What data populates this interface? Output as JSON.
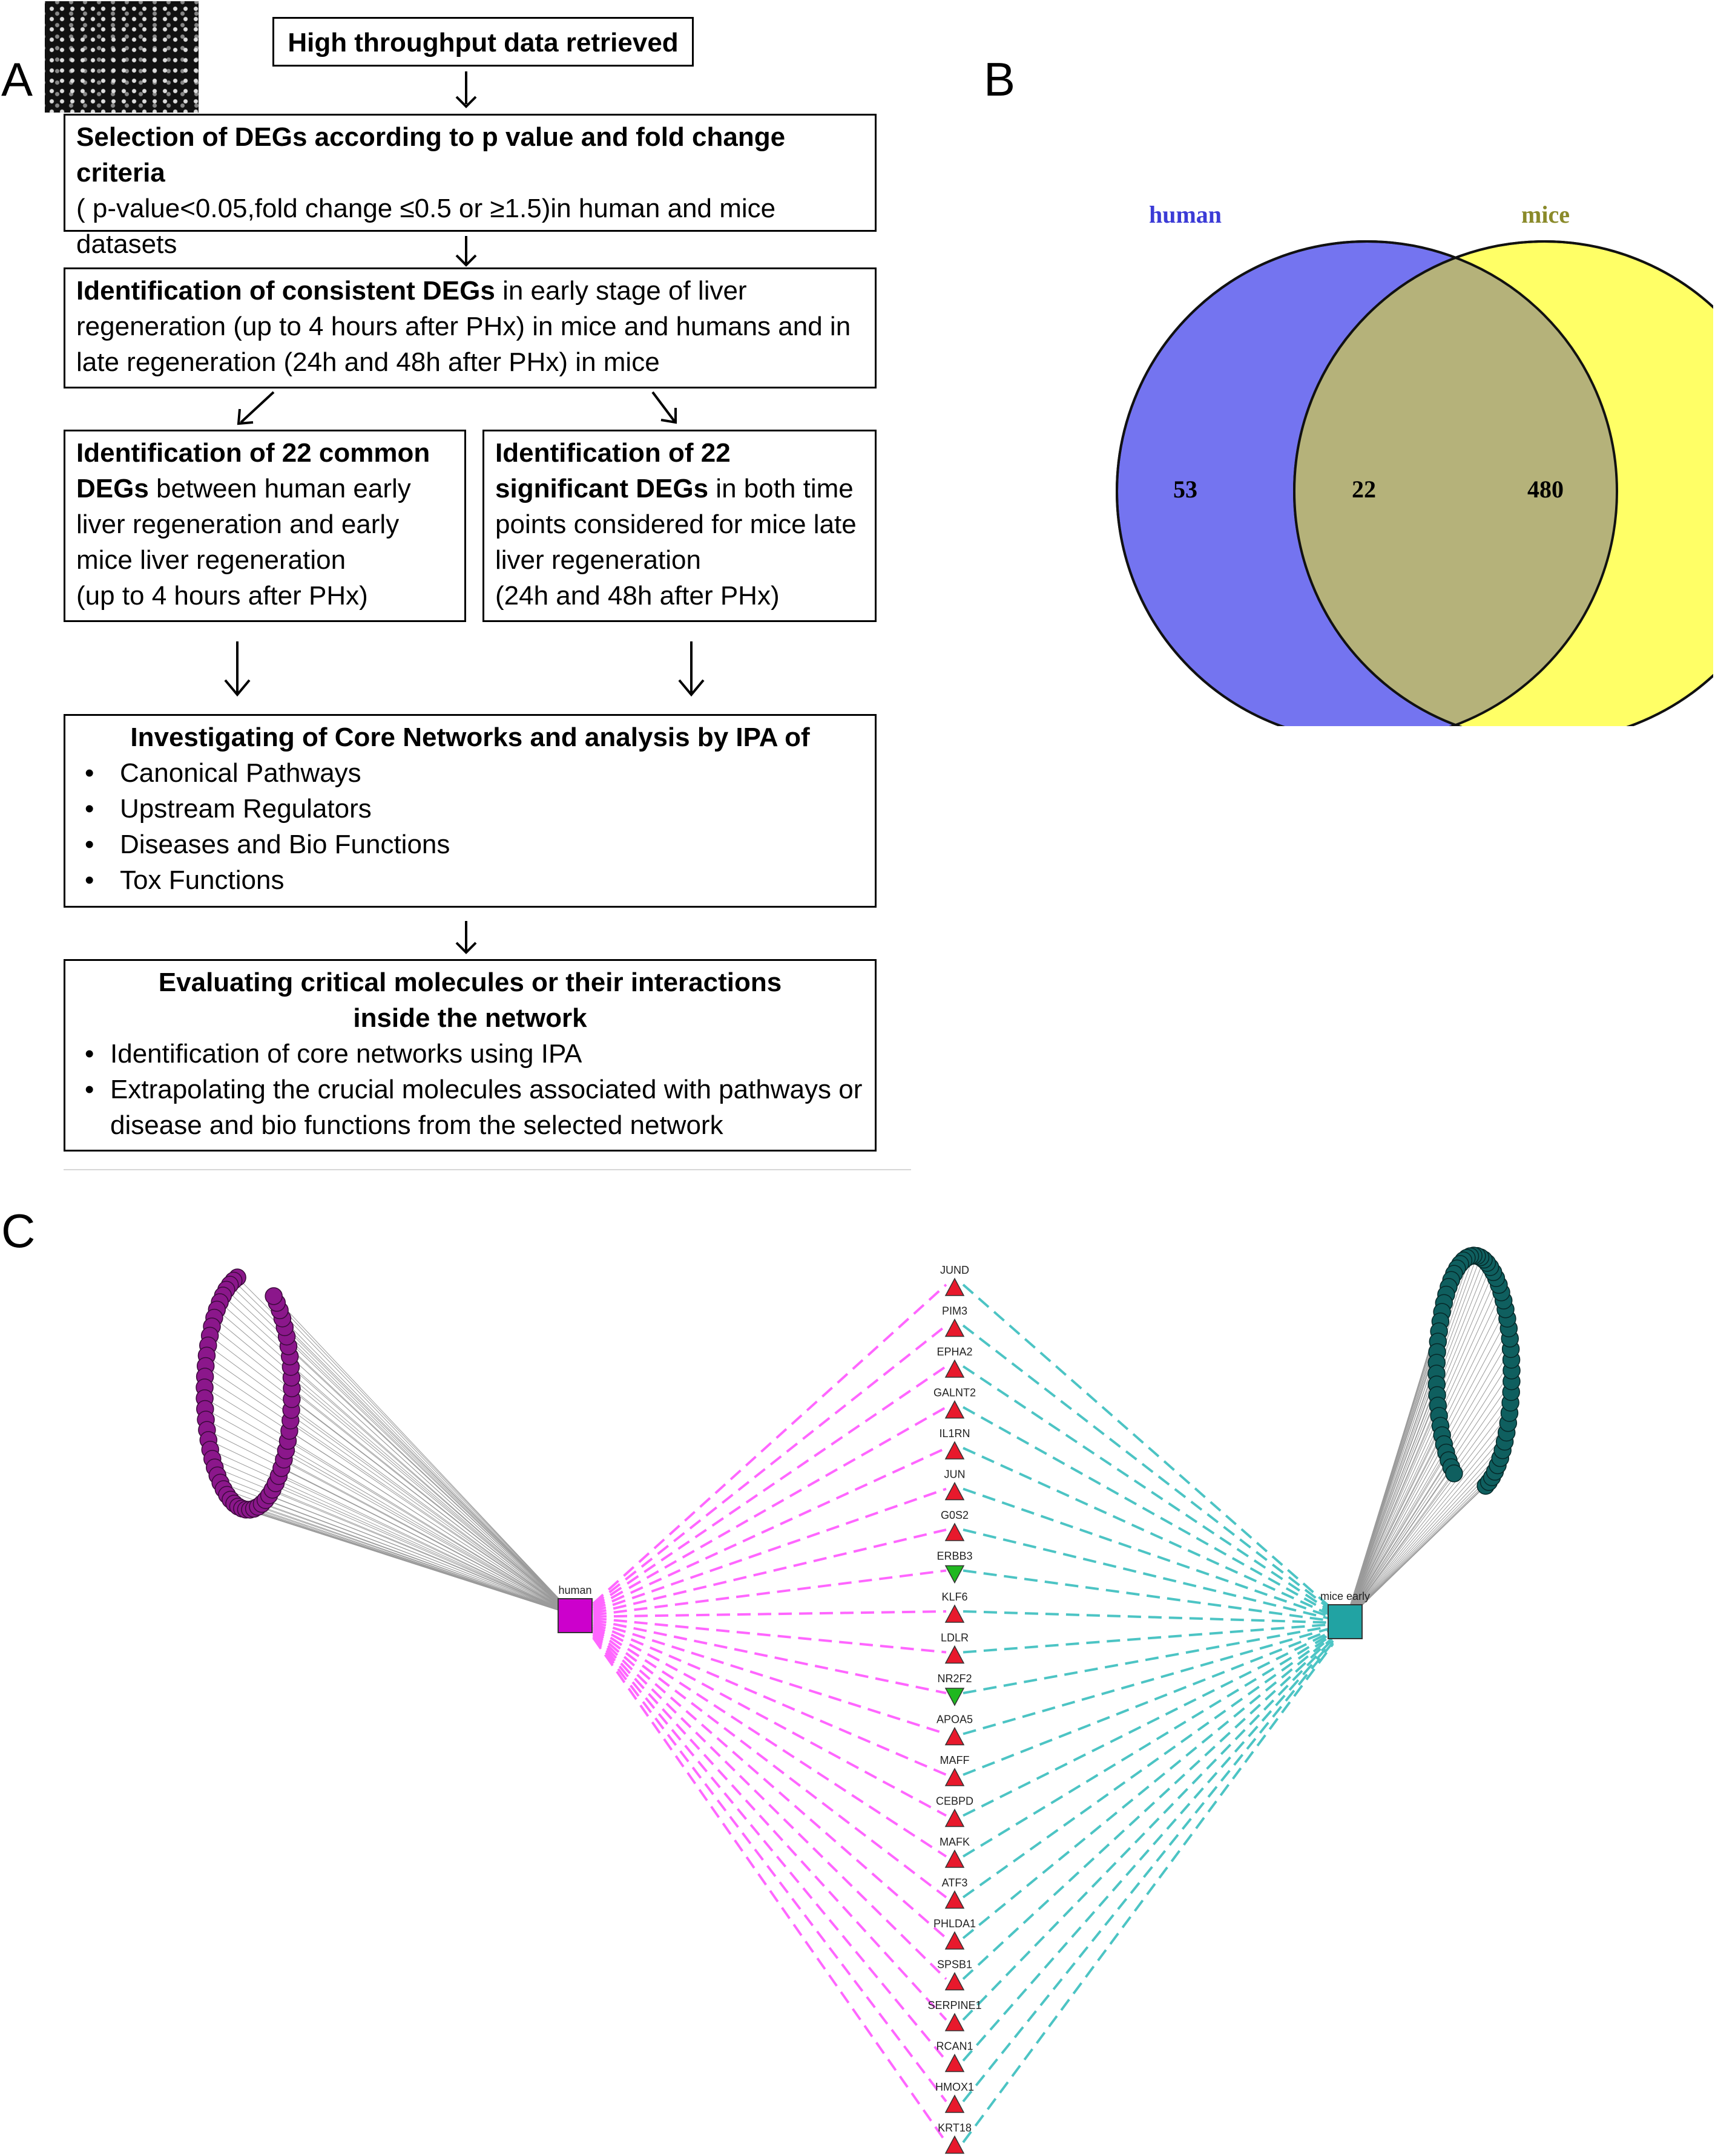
{
  "panels": {
    "a": "A",
    "b": "B",
    "c": "C"
  },
  "flowchart": {
    "step1": "High throughput data retrieved",
    "step2_bold": "Selection of DEGs according to p value and fold change criteria",
    "step2_text": "( p-value<0.05,fold change ≤0.5 or ≥1.5)in human and mice datasets",
    "step3_bold": "Identification of consistent DEGs",
    "step3_text": " in early stage of liver regeneration (up to 4 hours after PHx)  in mice and humans and in late regeneration  (24h and 48h after PHx) in mice",
    "left_bold": "Identification of 22 common DEGs",
    "left_text": " between human early liver regeneration and early mice liver regeneration",
    "left_tail": "(up to 4 hours after PHx)",
    "right_bold": "Identification of 22 significant DEGs",
    "right_text": " in both time points considered for mice late liver regeneration",
    "right_tail": " (24h and 48h after PHx)",
    "ipa_title": "Investigating of Core Networks and analysis by IPA of",
    "ipa_items": [
      "Canonical Pathways",
      "Upstream Regulators",
      "Diseases and Bio Functions",
      "Tox Functions"
    ],
    "eval_title": "Evaluating critical molecules or their interactions inside the network",
    "eval_items": [
      "Identification of core networks using IPA",
      "Extrapolating  the crucial molecules  associated with pathways or disease and bio functions from the selected network"
    ]
  },
  "venn": {
    "sets": [
      {
        "name": "human",
        "only": 53,
        "color": "#7474f0",
        "label_color": "#3b3bd6"
      },
      {
        "name": "mice",
        "only": 480,
        "color": "#ffff66",
        "label_color": "#8a8a2a"
      }
    ],
    "overlap": 22,
    "overlap_color": "#b5b27a"
  },
  "network": {
    "left_hub": "human",
    "right_hub": "mice early",
    "left_color": "#cc00cc",
    "right_color": "#21a3a3",
    "left_edge_color": "#ff66ff",
    "right_edge_color": "#4cc4c4",
    "genes": [
      {
        "name": "JUND",
        "dir": "up"
      },
      {
        "name": "PIM3",
        "dir": "up"
      },
      {
        "name": "EPHA2",
        "dir": "up"
      },
      {
        "name": "GALNT2",
        "dir": "up"
      },
      {
        "name": "IL1RN",
        "dir": "up"
      },
      {
        "name": "JUN",
        "dir": "up"
      },
      {
        "name": "G0S2",
        "dir": "up"
      },
      {
        "name": "ERBB3",
        "dir": "down"
      },
      {
        "name": "KLF6",
        "dir": "up"
      },
      {
        "name": "LDLR",
        "dir": "up"
      },
      {
        "name": "NR2F2",
        "dir": "down"
      },
      {
        "name": "APOA5",
        "dir": "up"
      },
      {
        "name": "MAFF",
        "dir": "up"
      },
      {
        "name": "CEBPD",
        "dir": "up"
      },
      {
        "name": "MAFK",
        "dir": "up"
      },
      {
        "name": "ATF3",
        "dir": "up"
      },
      {
        "name": "PHLDA1",
        "dir": "up"
      },
      {
        "name": "SPSB1",
        "dir": "up"
      },
      {
        "name": "SERPINE1",
        "dir": "up"
      },
      {
        "name": "RCAN1",
        "dir": "up"
      },
      {
        "name": "HMOX1",
        "dir": "up"
      },
      {
        "name": "KRT18",
        "dir": "up"
      }
    ],
    "up_color": "#e8192c",
    "down_color": "#1fb81f"
  }
}
